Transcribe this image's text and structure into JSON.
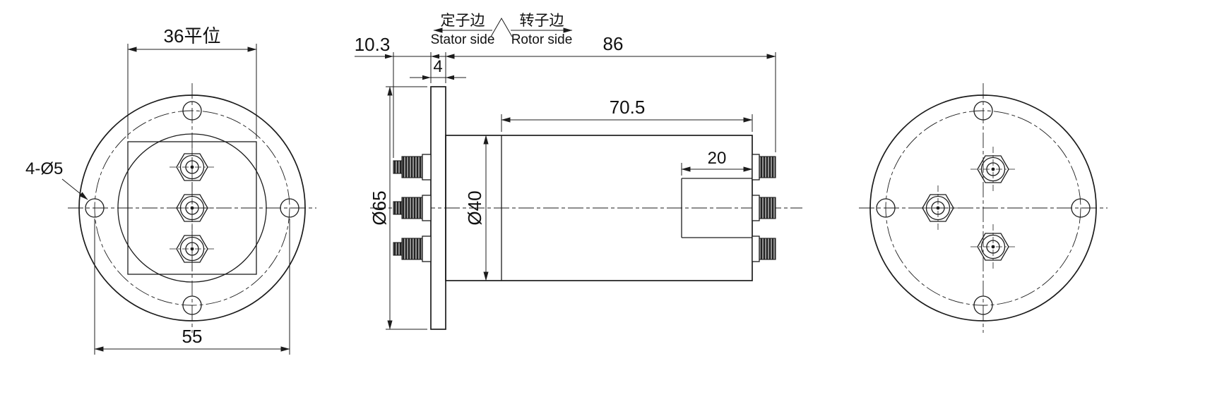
{
  "drawing": {
    "orientation": {
      "stator_cn": "定子边",
      "stator_en": "Stator side",
      "rotor_cn": "转子边",
      "rotor_en": "Rotor side"
    },
    "front_view": {
      "flat_width": "36平位",
      "mount_holes": "4-Ø5",
      "hole_spacing": "55"
    },
    "side_view": {
      "connector_length": "10.3",
      "flange_thickness": "4",
      "body_length": "86",
      "rotor_length": "70.5",
      "end_section": "20",
      "flange_diameter": "Ø65",
      "body_diameter": "Ø40"
    },
    "colors": {
      "line": "#1c1c1c",
      "background": "#ffffff"
    }
  }
}
